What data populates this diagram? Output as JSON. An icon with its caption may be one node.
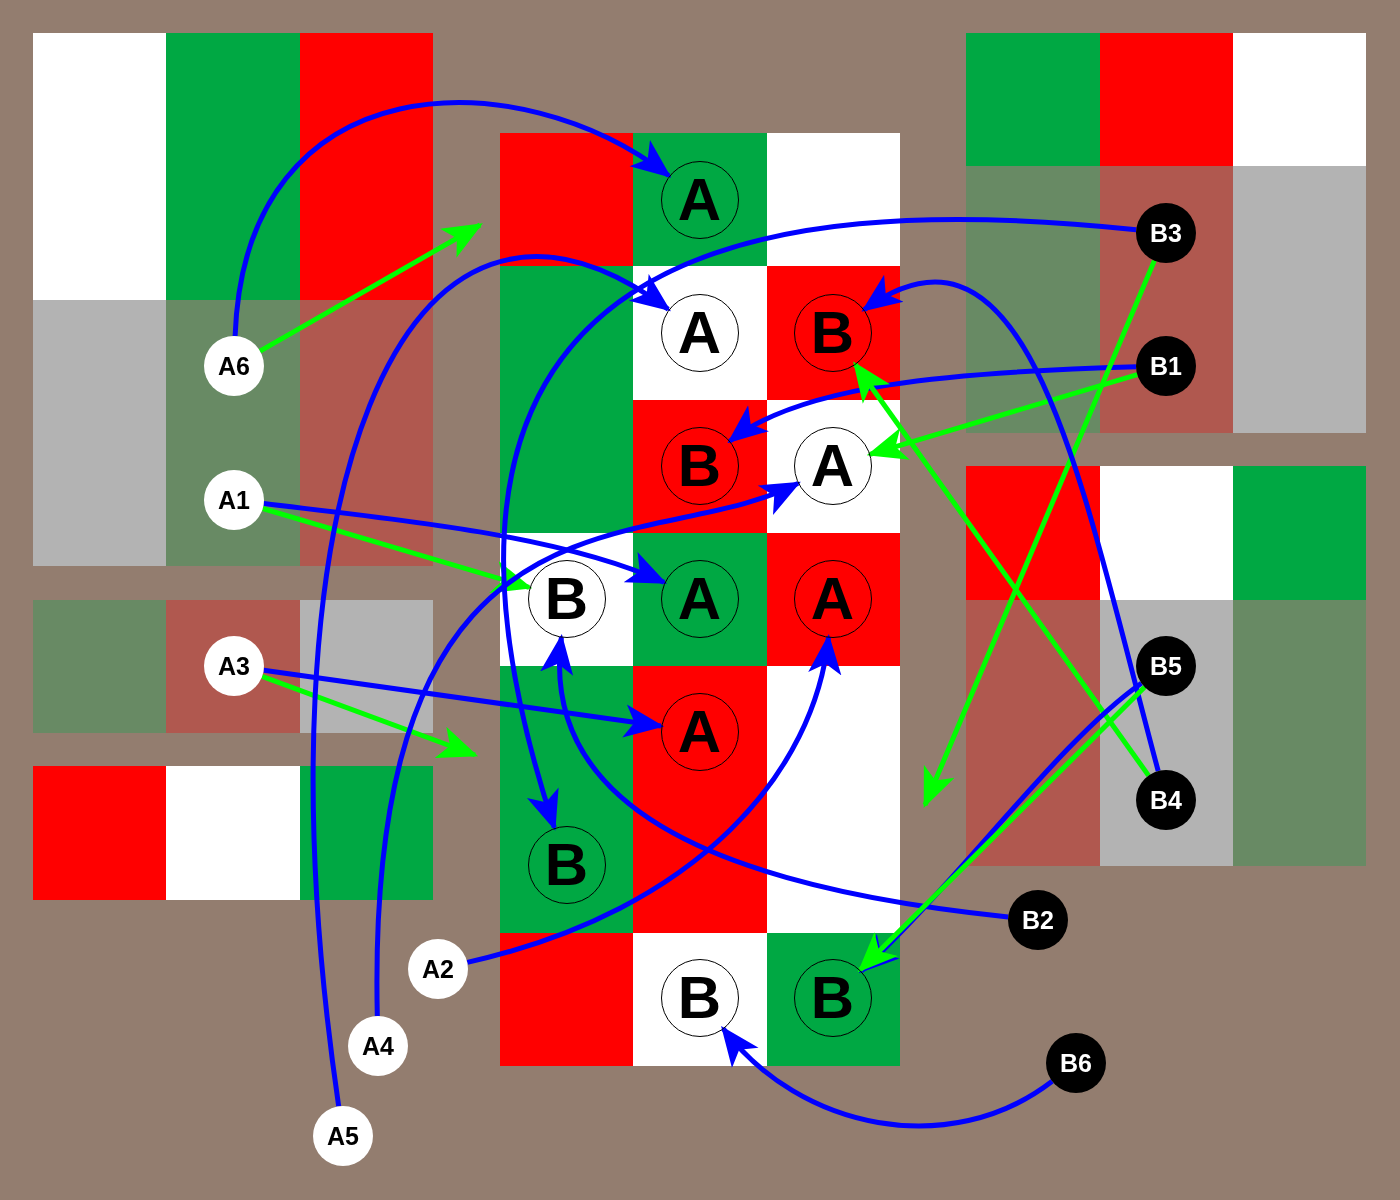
{
  "diagram": {
    "nodes": [
      {
        "text": [
          "A"
        ]
      },
      {
        "text": [
          "A"
        ]
      },
      {
        "text": [
          "B"
        ]
      },
      {
        "text": [
          "B"
        ]
      },
      {
        "text": [
          "A"
        ]
      },
      {
        "text": [
          "B"
        ]
      },
      {
        "text": [
          "A"
        ]
      },
      {
        "text": [
          "A"
        ]
      },
      {
        "text": [
          "A"
        ]
      },
      {
        "text": [
          "B"
        ]
      },
      {
        "text": [
          "B"
        ]
      },
      {
        "text": [
          "B"
        ]
      },
      {
        "text": [
          "B3"
        ]
      },
      {
        "text": [
          "A6"
        ]
      },
      {
        "text": [
          "B1"
        ]
      },
      {
        "text": [
          "A1"
        ]
      },
      {
        "text": [
          "A3"
        ]
      },
      {
        "text": [
          "B5"
        ]
      },
      {
        "text": [
          "B4"
        ]
      },
      {
        "text": [
          "B2"
        ]
      },
      {
        "text": [
          "A2"
        ]
      },
      {
        "text": [
          "A4"
        ]
      },
      {
        "text": [
          "B6"
        ]
      },
      {
        "text": [
          "A5"
        ]
      }
    ],
    "edges": [
      {
        "from": 13,
        "to": 0,
        "arrow": "to"
      },
      {
        "from": 13,
        "to": null,
        "arrow": "to",
        "color": "#00ff00"
      },
      {
        "from": 15,
        "to": 6,
        "arrow": "to"
      },
      {
        "from": 15,
        "to": 5,
        "arrow": "to",
        "color": "#00ff00"
      },
      {
        "from": 20,
        "to": 7,
        "arrow": "to"
      },
      {
        "from": 16,
        "to": 8,
        "arrow": "to"
      },
      {
        "from": 16,
        "to": null,
        "arrow": "to",
        "color": "#00ff00"
      },
      {
        "from": 21,
        "to": 4,
        "arrow": "to"
      },
      {
        "from": 23,
        "to": 1,
        "arrow": "to"
      },
      {
        "from": 14,
        "to": 3,
        "arrow": "to"
      },
      {
        "from": 14,
        "to": 4,
        "arrow": "to",
        "color": "#00ff00"
      },
      {
        "from": 19,
        "to": 5,
        "arrow": "to"
      },
      {
        "from": 12,
        "to": 9,
        "arrow": "to"
      },
      {
        "from": 12,
        "to": null,
        "arrow": "to",
        "color": "#00ff00"
      },
      {
        "from": 18,
        "to": 2,
        "arrow": "to"
      },
      {
        "from": 18,
        "to": 2,
        "arrow": "to",
        "color": "#00ff00"
      },
      {
        "from": 17,
        "to": 11,
        "arrow": "to"
      },
      {
        "from": 17,
        "to": 11,
        "arrow": "to",
        "color": "#00ff00"
      },
      {
        "from": 22,
        "to": 10,
        "arrow": "to"
      }
    ]
  }
}
